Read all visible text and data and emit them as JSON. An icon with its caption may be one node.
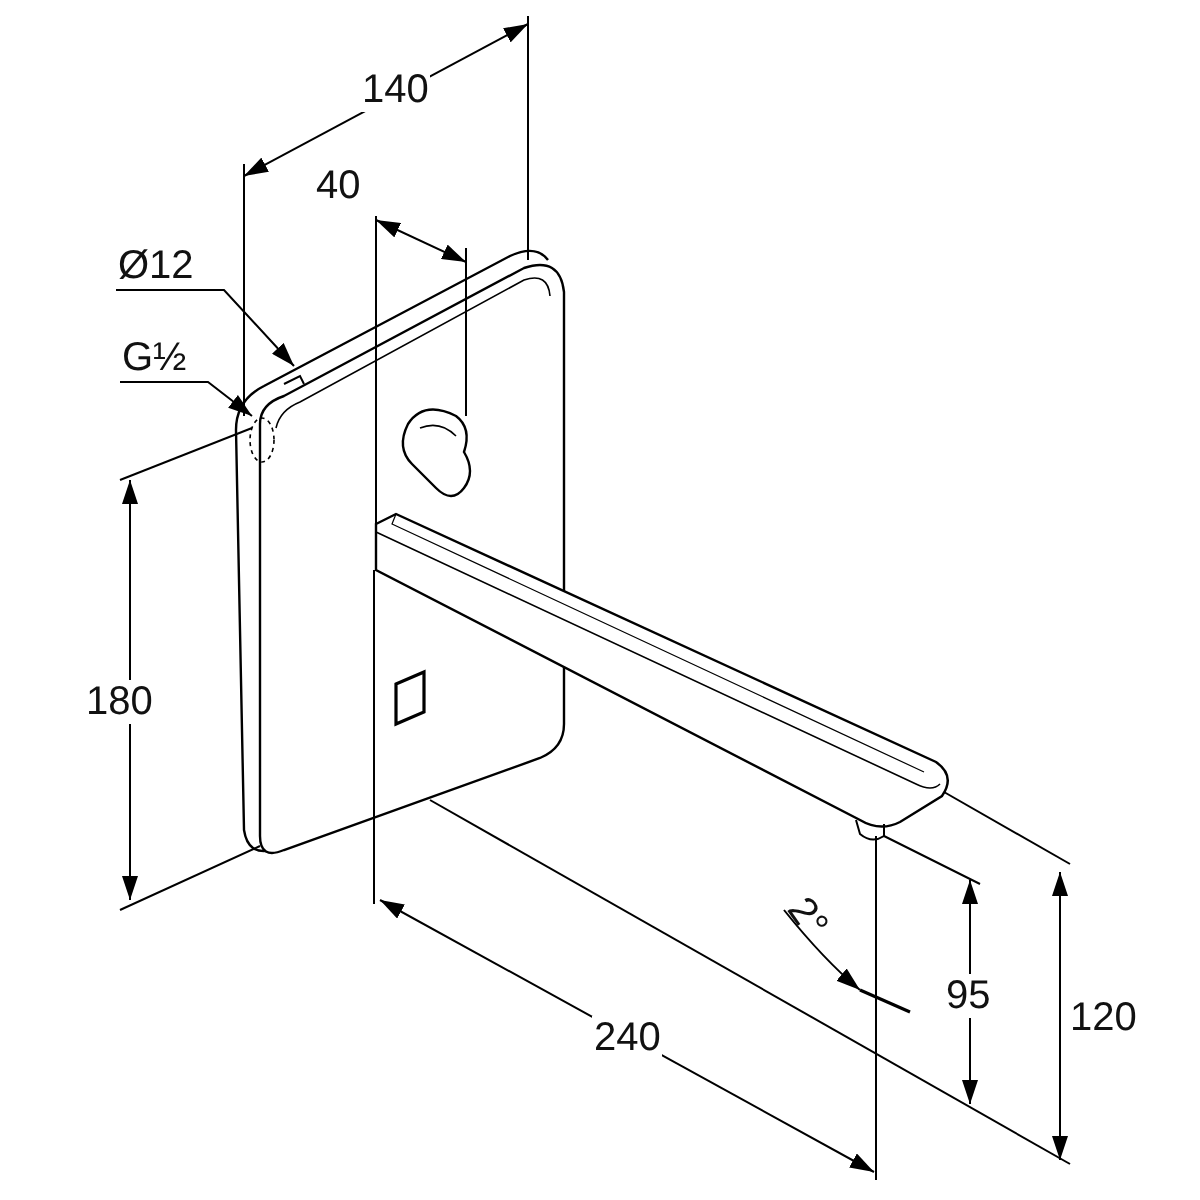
{
  "diagram": {
    "nodes": [
      {
        "text": [
          "Ø12"
        ]
      },
      {
        "text": [
          "G½"
        ]
      }
    ],
    "edges": [
      {
        "from": 0,
        "to": null,
        "arrow": "to"
      },
      {
        "from": 1,
        "to": null,
        "arrow": "to"
      }
    ],
    "labels": [
      "140",
      "40",
      "180",
      "2°",
      "240",
      "95",
      "120"
    ]
  }
}
